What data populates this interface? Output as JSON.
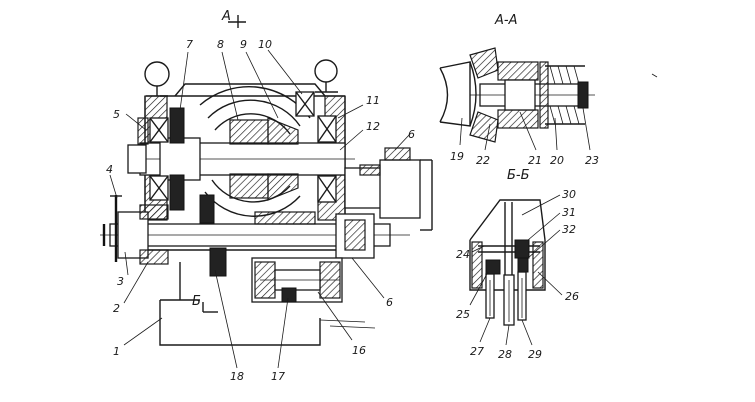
{
  "sections": {
    "a_mark": "A",
    "b_mark": "Б",
    "aa_title": "А-А",
    "bb_title": "Б-Б"
  },
  "callouts": {
    "n1": "1",
    "n2": "2",
    "n3": "3",
    "n4": "4",
    "n5": "5",
    "n6a": "6",
    "n6b": "6",
    "n7": "7",
    "n8": "8",
    "n9": "9",
    "n10": "10",
    "n11": "11",
    "n12": "12",
    "n16": "16",
    "n17": "17",
    "n18": "18",
    "n19": "19",
    "n20": "20",
    "n21": "21",
    "n22": "22",
    "n23": "23",
    "n24": "24",
    "n25": "25",
    "n26": "26",
    "n27": "27",
    "n28": "28",
    "n29": "29",
    "n30": "30",
    "n31": "31",
    "n32": "32"
  }
}
